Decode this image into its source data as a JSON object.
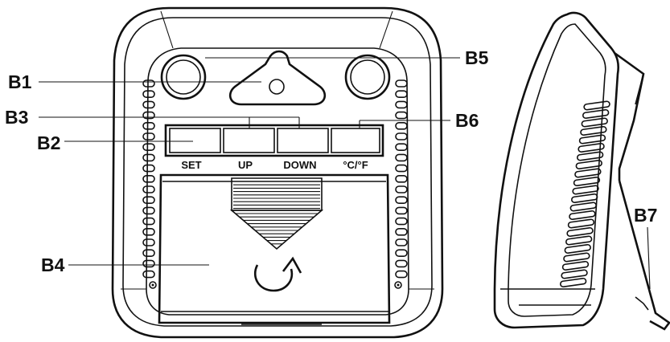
{
  "callouts": {
    "b1": "B1",
    "b2": "B2",
    "b3": "B3",
    "b4": "B4",
    "b5": "B5",
    "b6": "B6",
    "b7": "B7"
  },
  "buttons": {
    "set": "SET",
    "up": "UP",
    "down": "DOWN",
    "unit": "°C/°F"
  }
}
